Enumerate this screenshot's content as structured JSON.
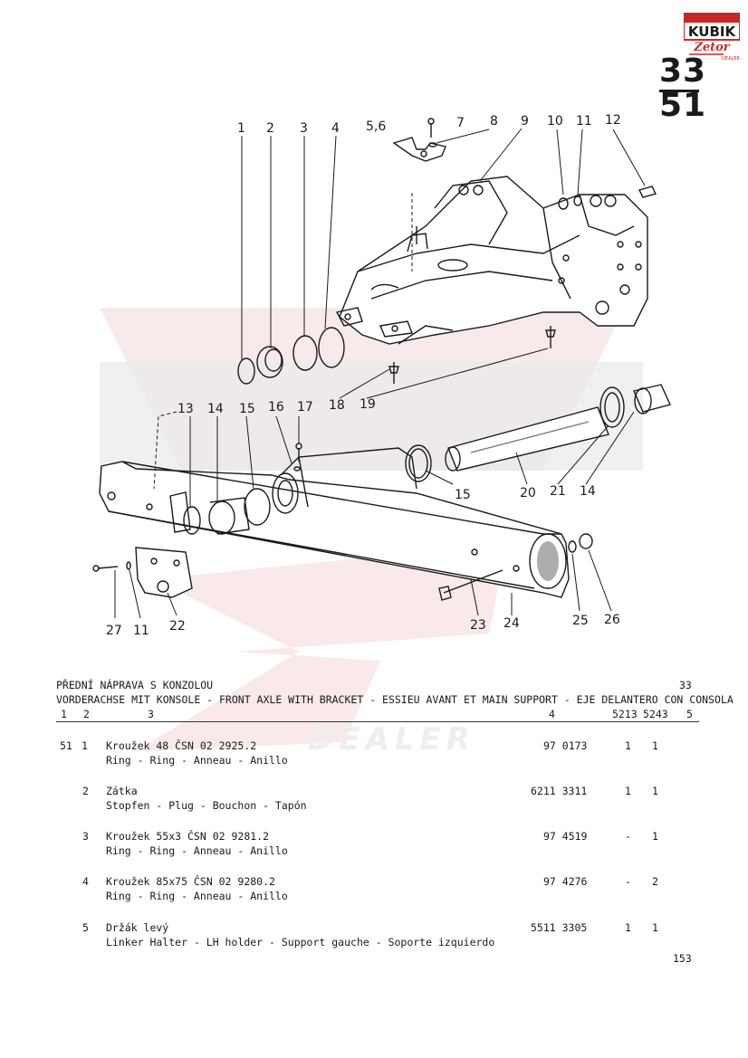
{
  "logo": {
    "brand": "KUBIK",
    "sub_brand": "Zetor",
    "tag": "DEALER"
  },
  "page": {
    "group_top": "33",
    "group_bottom": "51",
    "page_number": "153",
    "group_code": "33"
  },
  "callouts": [
    "1",
    "2",
    "3",
    "4",
    "5,6",
    "7",
    "8",
    "9",
    "10",
    "11",
    "12",
    "13",
    "14",
    "15",
    "16",
    "17",
    "18",
    "19",
    "15",
    "20",
    "21",
    "14",
    "27",
    "11",
    "22",
    "23",
    "24",
    "25",
    "26"
  ],
  "header": {
    "title": "PŘEDNÍ NÁPRAVA S KONZOLOU",
    "subtitle": "VORDERACHSE MIT KONSOLE - FRONT AXLE WITH BRACKET - ESSIEU AVANT ET MAIN SUPPORT - EJE DELANTERO CON CONSOLA",
    "columns": {
      "c1": "1",
      "c2": "2",
      "c3": "3",
      "c4": "4",
      "c5": "5213",
      "c6": "5243",
      "c7": "5"
    }
  },
  "rows": [
    {
      "group": "51",
      "pos": "1",
      "name": "Kroužek 48 ČSN 02 2925.2",
      "desc": "Ring - Ring - Anneau - Anillo",
      "part": "97 0173",
      "q1": "1",
      "q2": "1"
    },
    {
      "group": "",
      "pos": "2",
      "name": "Zátka",
      "desc": "Stopfen - Plug - Bouchon - Tapón",
      "part": "6211 3311",
      "q1": "1",
      "q2": "1"
    },
    {
      "group": "",
      "pos": "3",
      "name": "Kroužek 55x3 ČSN 02 9281.2",
      "desc": "Ring - Ring - Anneau - Anillo",
      "part": "97 4519",
      "q1": "-",
      "q2": "1"
    },
    {
      "group": "",
      "pos": "4",
      "name": "Kroužek 85x75 ČSN 02 9280.2",
      "desc": "Ring - Ring - Anneau - Anillo",
      "part": "97 4276",
      "q1": "-",
      "q2": "2"
    },
    {
      "group": "",
      "pos": "5",
      "name": "Držák levý",
      "desc": "Linker Halter - LH holder - Support gauche - Soporte izquierdo",
      "part": "5511 3305",
      "q1": "1",
      "q2": "1"
    }
  ]
}
